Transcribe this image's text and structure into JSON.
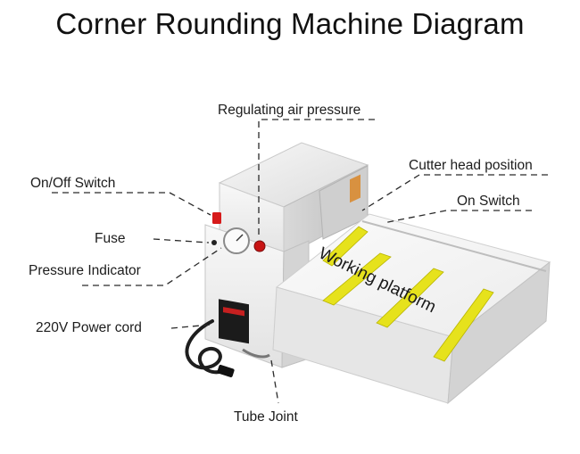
{
  "title": "Corner Rounding Machine Diagram",
  "labels": {
    "air_pressure": "Regulating air pressure",
    "on_off_switch": "On/Off Switch",
    "cutter_head": "Cutter head position",
    "on_switch": "On Switch",
    "fuse": "Fuse",
    "pressure_indicator": "Pressure Indicator",
    "power_cord": "220V Power cord",
    "tube_joint": "Tube Joint",
    "working_platform": "Working platform"
  },
  "colors": {
    "body": "#f2f2f2",
    "platform_strip": "#e6e21c",
    "switch_red": "#d61a1a"
  }
}
